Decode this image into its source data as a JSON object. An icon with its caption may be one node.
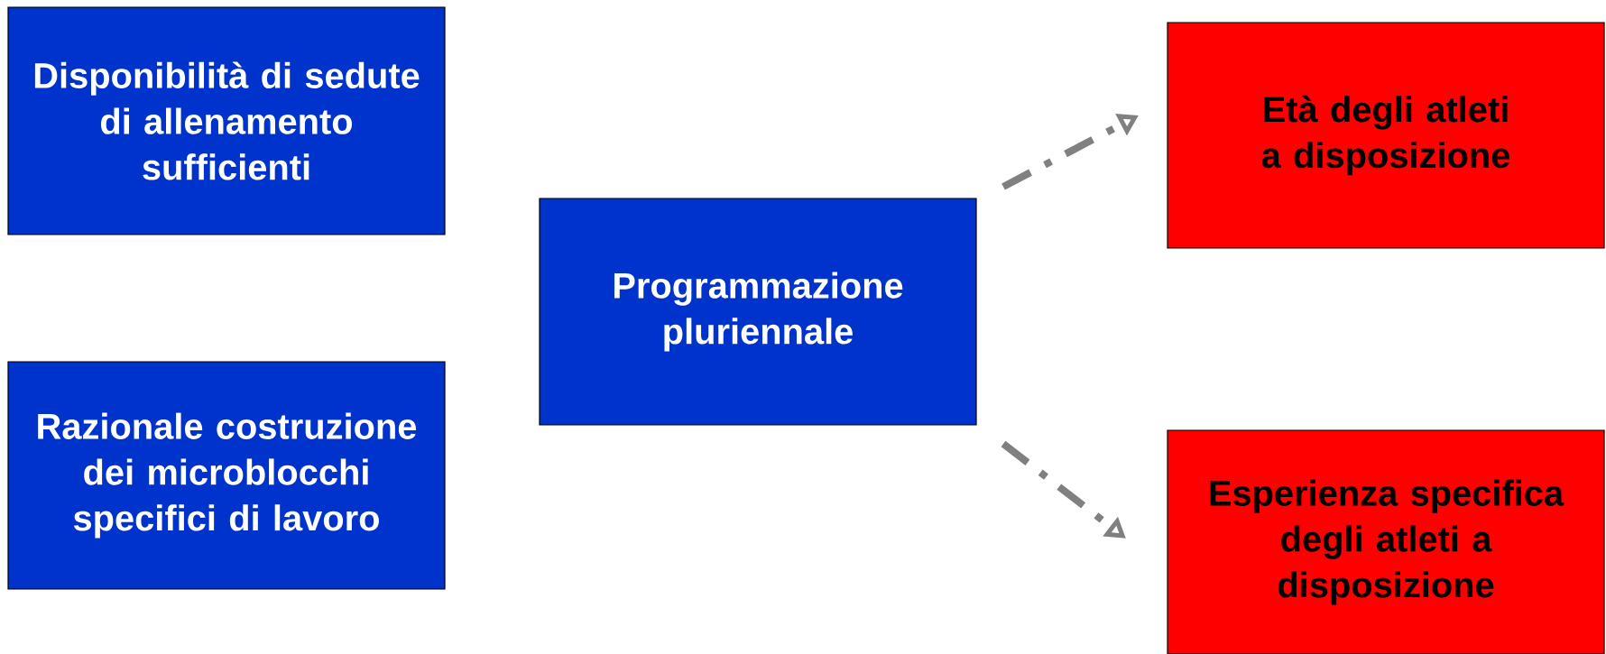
{
  "diagram": {
    "nodes": [
      {
        "text": [
          "Disponibilità di sedute di allenamento sufficienti"
        ]
      },
      {
        "text": [
          "Razionale costruzione dei microblocchi specifici di lavoro"
        ]
      },
      {
        "text": [
          "Programmazione pluriennale"
        ]
      },
      {
        "text": [
          "Età degli atleti a disposizione"
        ]
      },
      {
        "text": [
          "Esperienza specifica degli atleti a disposizione"
        ]
      }
    ],
    "edges": [
      {
        "from": 2,
        "to": 3,
        "arrow": "to",
        "style": "dashed"
      },
      {
        "from": 2,
        "to": 4,
        "arrow": "to",
        "style": "dashed"
      }
    ]
  }
}
